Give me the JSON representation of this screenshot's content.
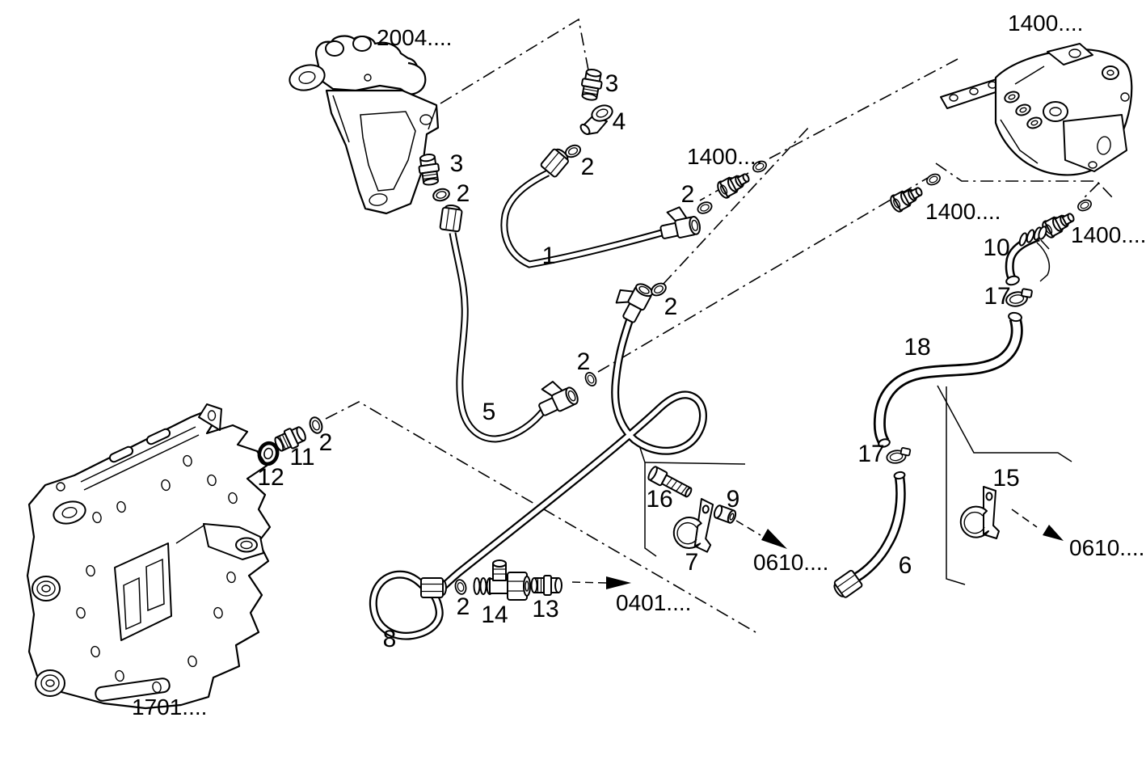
{
  "refs": {
    "fuel_filter": "2004....",
    "injection_pump": "1400....",
    "engine_block": "1701....",
    "oil_sump_module": "0610....",
    "fuel_tank_line": "0401...."
  },
  "parts": {
    "pipe_1": "1",
    "seal_washer_2": "2",
    "union_3": "3",
    "elbow_union_4": "4",
    "pipe_5": "5",
    "hose_6": "6",
    "clamp_7": "7",
    "hose_8": "8",
    "spacer_9": "9",
    "elbow_10": "10",
    "union_11": "11",
    "seal_ring_12": "12",
    "union_13": "13",
    "tee_union_14": "14",
    "clamp_15": "15",
    "bolt_16": "16",
    "hose_clamp_17": "17",
    "hose_18": "18"
  }
}
